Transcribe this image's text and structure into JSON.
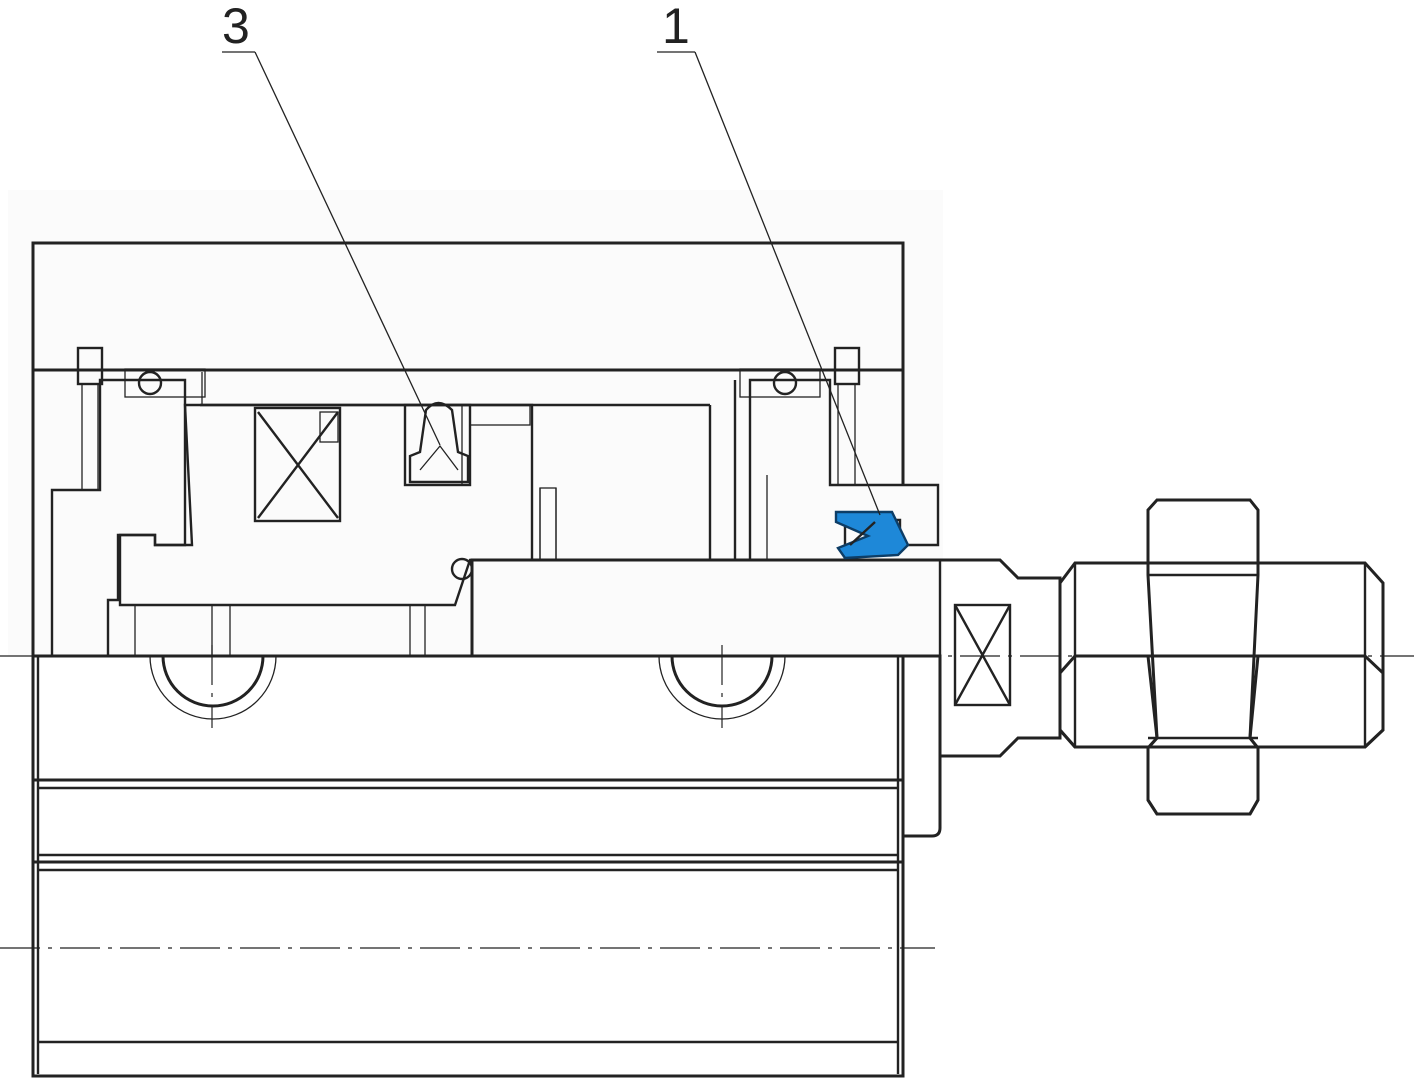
{
  "callouts": [
    {
      "id": "seal-3",
      "label": "3"
    },
    {
      "id": "seal-1",
      "label": "1"
    }
  ],
  "colors": {
    "outline": "#222222",
    "housing_fill": "#dcdcdc",
    "highlight_seal": "#1e88d8",
    "background": "#ffffff"
  }
}
